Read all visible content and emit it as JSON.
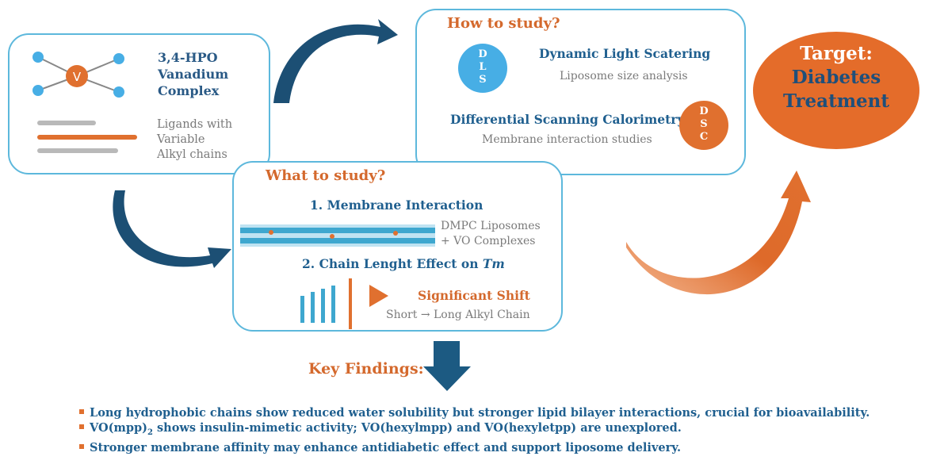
{
  "complex_box": {
    "vanadium_label": "V",
    "title_lines": [
      "3,4-HPO",
      "Vanadium",
      "Complex"
    ],
    "description_lines": [
      "Ligands with",
      "Variable",
      "Alkyl chains"
    ]
  },
  "how_to_study": {
    "title": "How to study?",
    "dls": {
      "badge_letters": [
        "D",
        "L",
        "S"
      ],
      "title": "Dynamic Light Scatering",
      "description": "Liposome size analysis"
    },
    "dsc": {
      "badge_letters": [
        "D",
        "S",
        "C"
      ],
      "title": "Differential Scanning Calorimetry",
      "description": "Membrane interaction studies"
    }
  },
  "what_to_study": {
    "title": "What to study?",
    "membrane_title": "1. Membrane Interaction",
    "membrane_caption_lines": [
      "DMPC Liposomes",
      "+ VO Complexes"
    ],
    "chain_title_prefix": "2. Chain Lenght Effect on ",
    "chain_title_symbol": "Tm",
    "shift_label": "Significant Shift",
    "short_label": "Short",
    "arrow_glyph": "→",
    "long_label": "Long Alkyl Chain"
  },
  "target": {
    "line1": "Target:",
    "line2": "Diabetes",
    "line3": "Treatment"
  },
  "key_findings": {
    "title": "Key Findings:",
    "item1": "Long hydrophobic chains show reduced water solubility but stronger lipid bilayer interactions, crucial for bioavailability.",
    "item2_pre": "VO(mpp)",
    "item2_sub": "2",
    "item2_post": " shows insulin-mimetic activity; VO(hexylmpp) and VO(hexyletpp) are unexplored.",
    "item3": "Stronger membrane affinity may enhance antidiabetic effect and support liposome delivery."
  },
  "colors": {
    "box_border": "#5db8dc",
    "title_blue": "#1f5f8f",
    "accent_orange": "#e0702f",
    "arrow_navy": "#1c4f74",
    "dls_blue": "#47aee5"
  }
}
